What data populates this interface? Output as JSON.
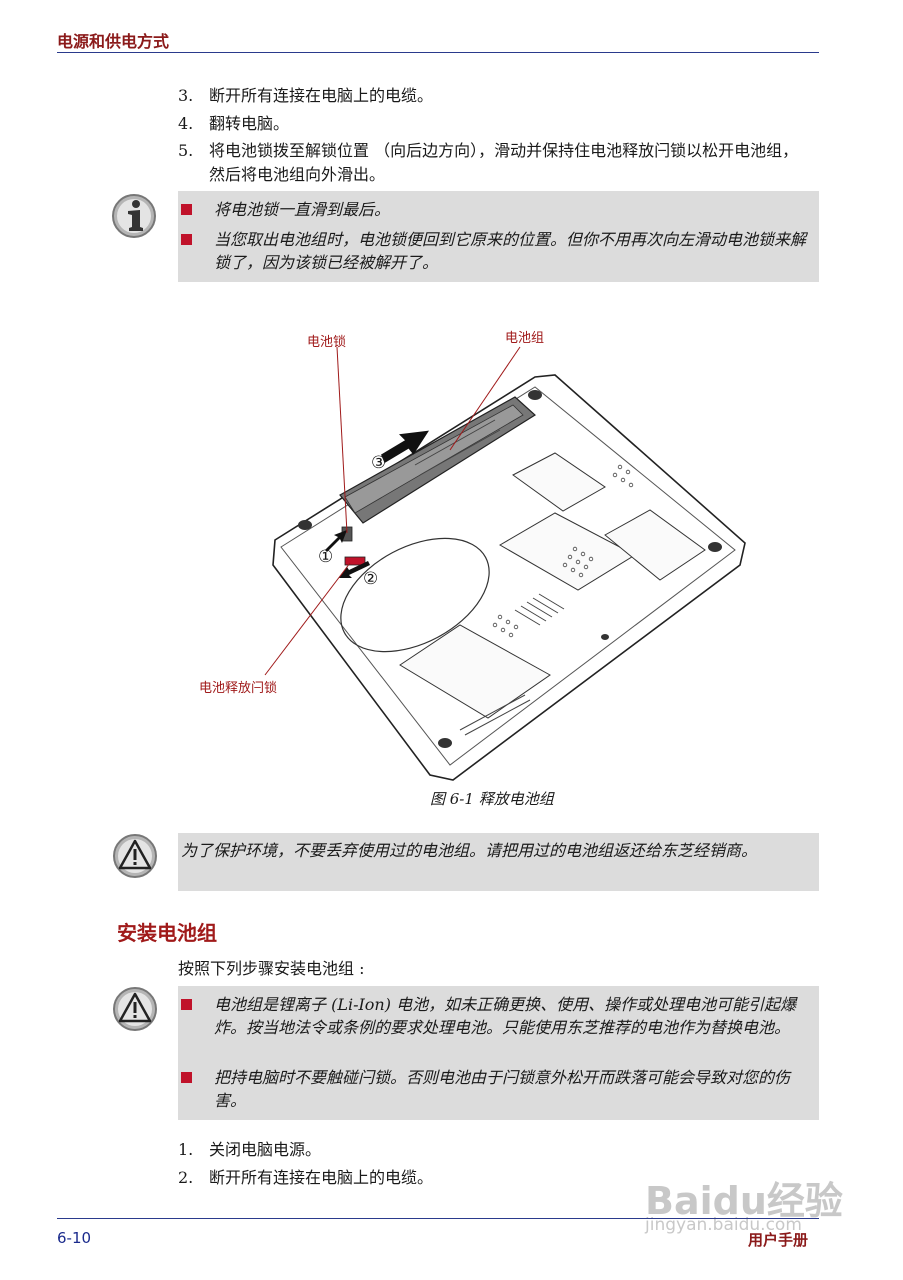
{
  "header": {
    "title": "电源和供电方式"
  },
  "steps_top": [
    {
      "num": "3.",
      "text": "断开所有连接在电脑上的电缆。"
    },
    {
      "num": "4.",
      "text": "翻转电脑。"
    },
    {
      "num": "5.",
      "text": "将电池锁拨至解锁位置 （向后边方向），滑动并保持住电池释放闩锁以松开电池组，然后将电池组向外滑出。"
    }
  ],
  "info_note": {
    "bullets": [
      "将电池锁一直滑到最后。",
      "当您取出电池组时，电池锁便回到它原来的位置。但你不用再次向左滑动电池锁来解锁了，因为该锁已经被解开了。"
    ]
  },
  "figure": {
    "label_lock": "电池锁",
    "label_pack": "电池组",
    "label_latch": "电池释放闩锁",
    "step_marks": [
      "①",
      "②",
      "③"
    ],
    "caption": "图 6-1 释放电池组"
  },
  "warning_1": {
    "text": "为了保护环境，不要丢弃使用过的电池组。请把用过的电池组返还给东芝经销商。"
  },
  "section": {
    "title": "安装电池组",
    "intro": "按照下列步骤安装电池组 :"
  },
  "warning_2": {
    "bullets": [
      "电池组是锂离子 (Li-Ion) 电池，如未正确更换、使用、操作或处理电池可能引起爆炸。按当地法令或条例的要求处理电池。只能使用东芝推荐的电池作为替换电池。",
      "把持电脑时不要触碰闩锁。否则电池由于闩锁意外松开而跌落可能会导致对您的伤害。"
    ]
  },
  "steps_bottom": [
    {
      "num": "1.",
      "text": "关闭电脑电源。"
    },
    {
      "num": "2.",
      "text": "断开所有连接在电脑上的电缆。"
    }
  ],
  "footer": {
    "page": "6-10",
    "manual": "用户手册"
  },
  "watermark": {
    "brand": "Baidu经验",
    "url": "jingyan.baidu.com"
  },
  "colors": {
    "accent": "#a01a1a",
    "rule": "#2a3a8c",
    "bullet": "#c0122a",
    "note_bg": "#dcdcdc"
  }
}
